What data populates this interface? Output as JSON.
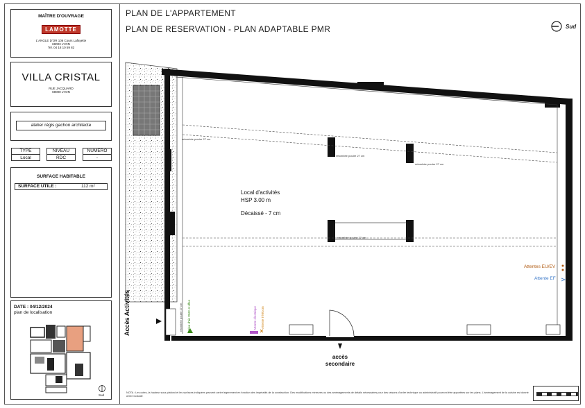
{
  "header": {
    "line1": "PLAN DE L'APPARTEMENT",
    "line2": "PLAN DE RESERVATION - PLAN ADAPTABLE PMR",
    "orientation": "Sud"
  },
  "owner": {
    "heading": "MAÎTRE D'OUVRAGE",
    "brand": "LAMOTTE",
    "address1": "L'ANGLE D'OR 106 Cours Lafayette",
    "address2": "69003 LYON",
    "phone": "Tel. 04 18 10 59 82"
  },
  "project": {
    "name": "VILLA CRISTAL",
    "street": "RUE JACQUARD",
    "city": "69000 LYON"
  },
  "architect": "atelier régis gachon architecte",
  "info": {
    "type_label": "TYPE",
    "type_value": "Local",
    "niveau_label": "NIVEAU",
    "niveau_value": "RDC",
    "numero_label": "NUMERO",
    "numero_value": "-"
  },
  "surface": {
    "heading": "SURFACE HABITABLE",
    "label": "SURFACE UTILE :",
    "value": "112 m²"
  },
  "location": {
    "date": "DATE : 04/12/2024",
    "subtitle": "plan de localisation",
    "compass": "Sud"
  },
  "plan": {
    "room_name": "Local d'activités",
    "room_height": "HSP 3.00 m",
    "room_offset": "Décaissé - 7 cm",
    "beam1": "retombée poutre 27 cm",
    "beam2": "retombée poutre 27 cm",
    "beam3": "retombée poutre 27 cm",
    "beam4": "retombée poutre 27 cm",
    "access_main": "Accès Activités",
    "access_secondary_1": "accès",
    "access_secondary_2": "secondaire",
    "attente_eu": "Attentes EU/EV",
    "attente_ef": "Attente EF",
    "vmc": "Prise d'air VMC et dfes",
    "elec": "Attente électrique",
    "telecom": "Attente Télécom",
    "ground_note": "retombée poutre 27 cm"
  },
  "note": "NOTA : Les cotes, la hauteur sous plafond et les surfaces indiquées peuvent varier légèrement en fonction des impératifs de la construction. Des modifications mineures ou des aménagements de détails nécessaires pour des raisons d'ordre technique ou administratif pourront être apportées sur les plans. L'aménagement de la cuisine est donné à titre indicatif.",
  "colors": {
    "brand": "#c0392b",
    "vmc": "#3a8a1a",
    "elec": "#b055c8",
    "telecom": "#d0861a",
    "attente_eu": "#b05a10",
    "attente_ef": "#3a78c8",
    "location_highlight": "#e8a080"
  }
}
